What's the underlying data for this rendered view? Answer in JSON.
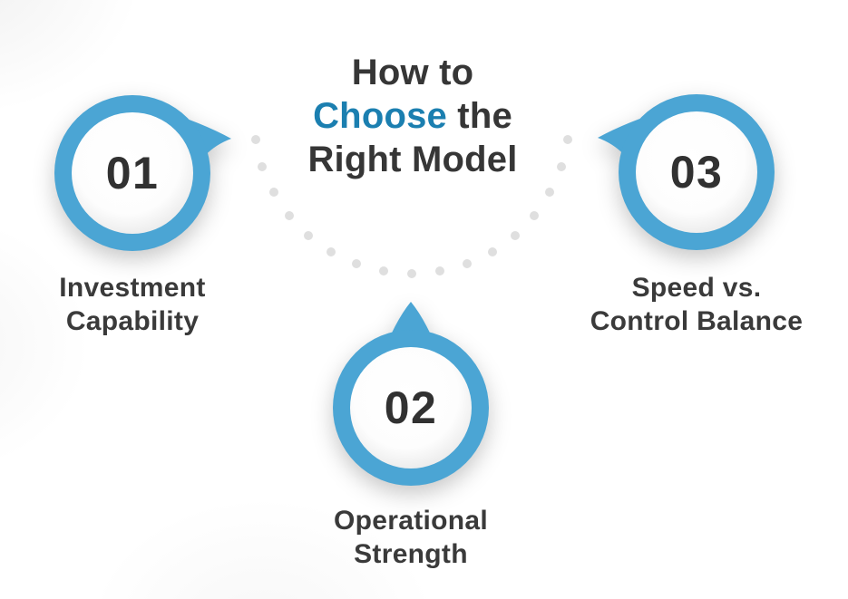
{
  "title": {
    "line1": "How to",
    "highlight": "Choose",
    "line2_rest": " the",
    "line3": "Right Model"
  },
  "steps": [
    {
      "number": "01",
      "label": "Investment Capability",
      "label_lines": [
        "Investment",
        "Capability"
      ]
    },
    {
      "number": "02",
      "label": "Operational Strength",
      "label_lines": [
        "Operational",
        "Strength"
      ]
    },
    {
      "number": "03",
      "label": "Speed vs. Control Balance",
      "label_lines": [
        "Speed vs.",
        "Control Balance"
      ]
    }
  ],
  "colors": {
    "accent_blue": "#4BA5D4",
    "title_highlight_blue": "#1B7FB0",
    "text_dark": "#363636",
    "number_dark": "#313131",
    "dot_gray": "#DFDFDF"
  }
}
